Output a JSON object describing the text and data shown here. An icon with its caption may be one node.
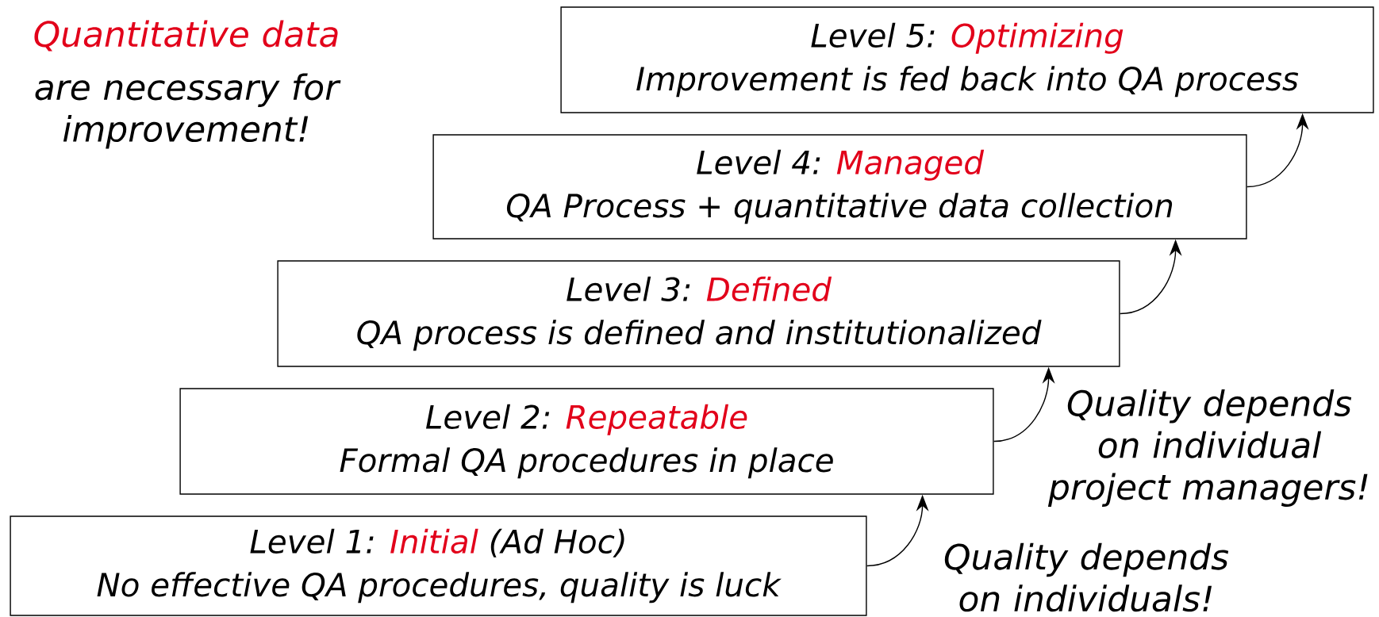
{
  "diagram": {
    "nodes": [
      {
        "text": [
          "Level 1:",
          "Initial",
          "(Ad Hoc)",
          "No effective QA procedures, quality is luck"
        ]
      },
      {
        "text": [
          "Level 2:",
          "Repeatable",
          "Formal QA procedures in place"
        ]
      },
      {
        "text": [
          "Level 3:",
          "Defined",
          "QA process is defined and institutionalized"
        ]
      },
      {
        "text": [
          "Level 4:",
          "Managed",
          "QA Process + quantitative data collection"
        ]
      },
      {
        "text": [
          "Level 5:",
          "Optimizing",
          "Improvement is fed back into QA process"
        ]
      }
    ],
    "edges": [
      {
        "from": 0,
        "to": 1,
        "arrow": "to"
      },
      {
        "from": 1,
        "to": 2,
        "arrow": "to"
      },
      {
        "from": 2,
        "to": 3,
        "arrow": "to"
      },
      {
        "from": 3,
        "to": 4,
        "arrow": "to"
      }
    ],
    "labels": [
      "Quantitative data",
      "are necessary for improvement!",
      "Quality depends on individual project managers!",
      "Quality depends on individuals!"
    ]
  }
}
